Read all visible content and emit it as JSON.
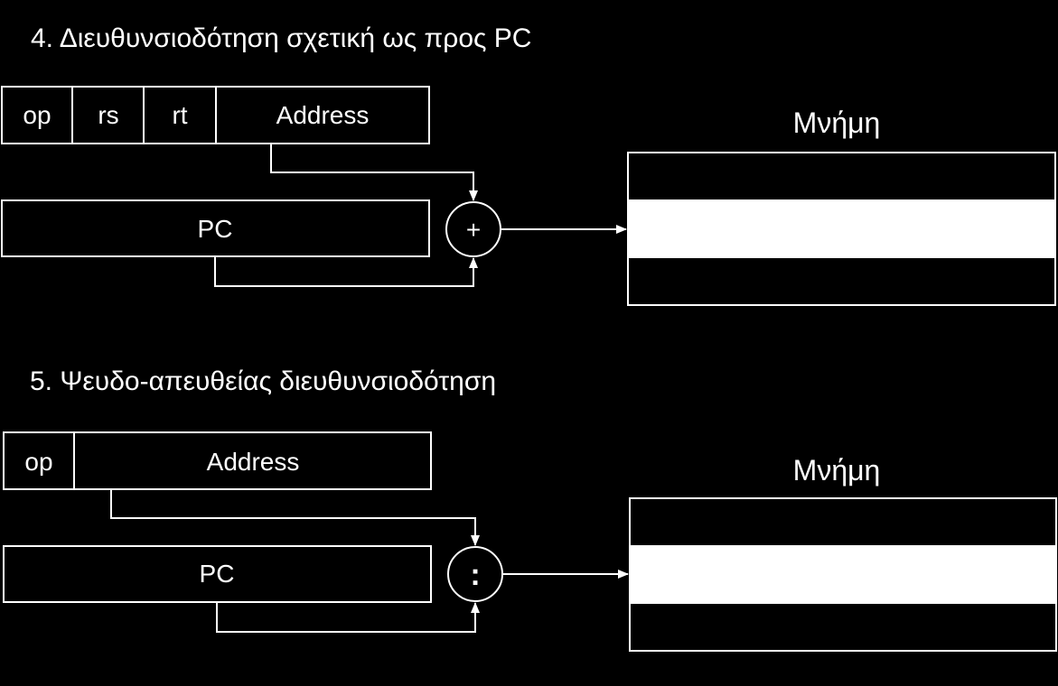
{
  "sections": [
    {
      "title": "4. Διευθυνσιοδότηση σχετική ως προς PC",
      "instruction_fields": [
        "op",
        "rs",
        "rt",
        "Address"
      ],
      "register_label": "PC",
      "operator_symbol": "+",
      "memory_label": "Μνήμη"
    },
    {
      "title": "5. Ψευδο-απευθείας διευθυνσιοδότηση",
      "instruction_fields": [
        "op",
        "Address"
      ],
      "register_label": "PC",
      "operator_symbol": ":",
      "memory_label": "Μνήμη"
    }
  ],
  "colors": {
    "background": "#000000",
    "foreground": "#ffffff"
  }
}
